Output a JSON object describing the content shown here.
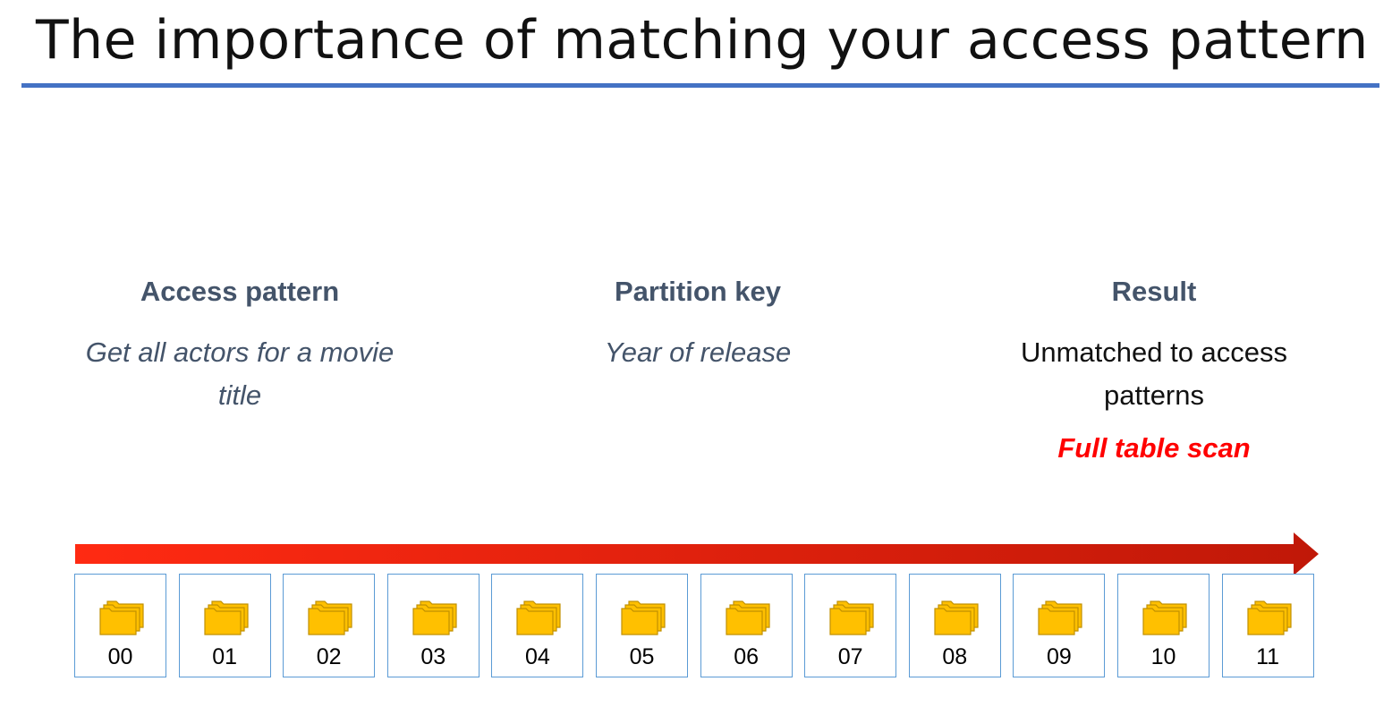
{
  "title": "The importance of matching your access pattern",
  "columns": {
    "access": {
      "heading": "Access pattern",
      "line1": "Get all actors for a movie",
      "line2": "title"
    },
    "partition": {
      "heading": "Partition key",
      "line1": "Year of release"
    },
    "result": {
      "heading": "Result",
      "line1": "Unmatched to access",
      "line2": "patterns",
      "note": "Full table scan"
    }
  },
  "partitions": [
    "00",
    "01",
    "02",
    "03",
    "04",
    "05",
    "06",
    "07",
    "08",
    "09",
    "10",
    "11"
  ],
  "colors": {
    "title_rule": "#4472c4",
    "heading": "#44546a",
    "note": "#ff0000",
    "arrow_start": "#ff2a12",
    "arrow_end": "#c01808",
    "partition_border": "#5b9bd5",
    "folder_fill": "#ffc000",
    "folder_stroke": "#c09000"
  },
  "icons": {
    "partition_icon": "stacked-folders-icon",
    "arrow_icon": "scan-arrow"
  }
}
